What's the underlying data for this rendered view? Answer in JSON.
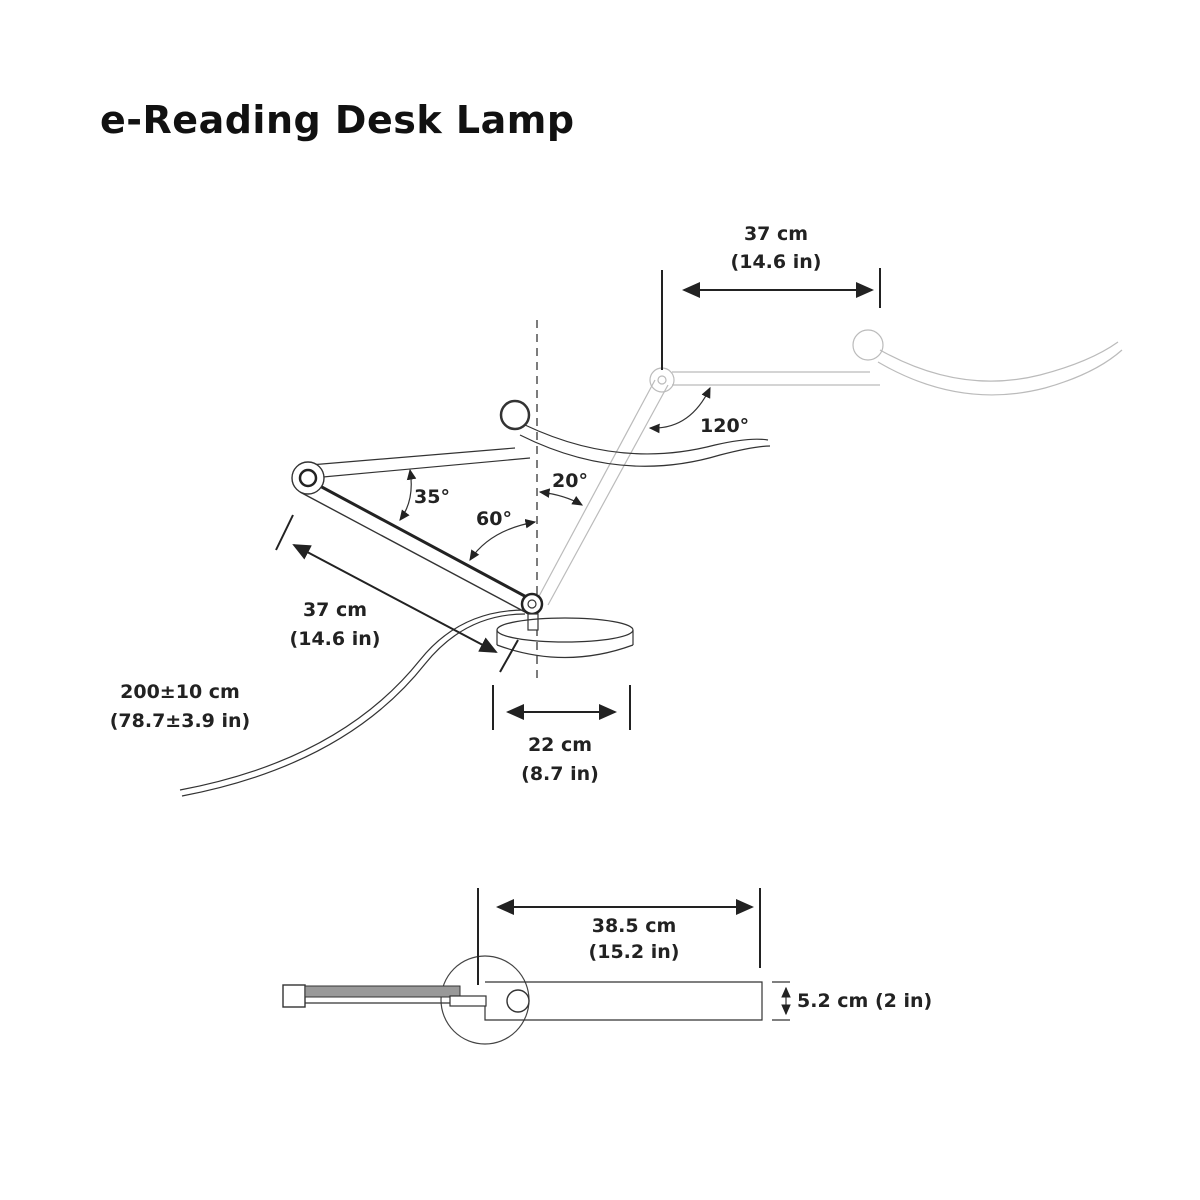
{
  "title": "e-Reading Desk Lamp",
  "dimensions": {
    "upper_arm": {
      "metric": "37 cm",
      "imperial": "(14.6 in)"
    },
    "lower_arm": {
      "metric": "37 cm",
      "imperial": "(14.6 in)"
    },
    "cable": {
      "metric": "200±10 cm",
      "imperial": "(78.7±3.9 in)"
    },
    "base": {
      "metric": "22 cm",
      "imperial": "(8.7 in)"
    },
    "folded_length": {
      "metric": "38.5 cm",
      "imperial": "(15.2 in)"
    },
    "folded_height": {
      "label": "5.2 cm (2 in)"
    }
  },
  "angles": {
    "elbow": "35°",
    "base_tilt": "60°",
    "back_tilt": "20°",
    "extended_elbow": "120°"
  }
}
